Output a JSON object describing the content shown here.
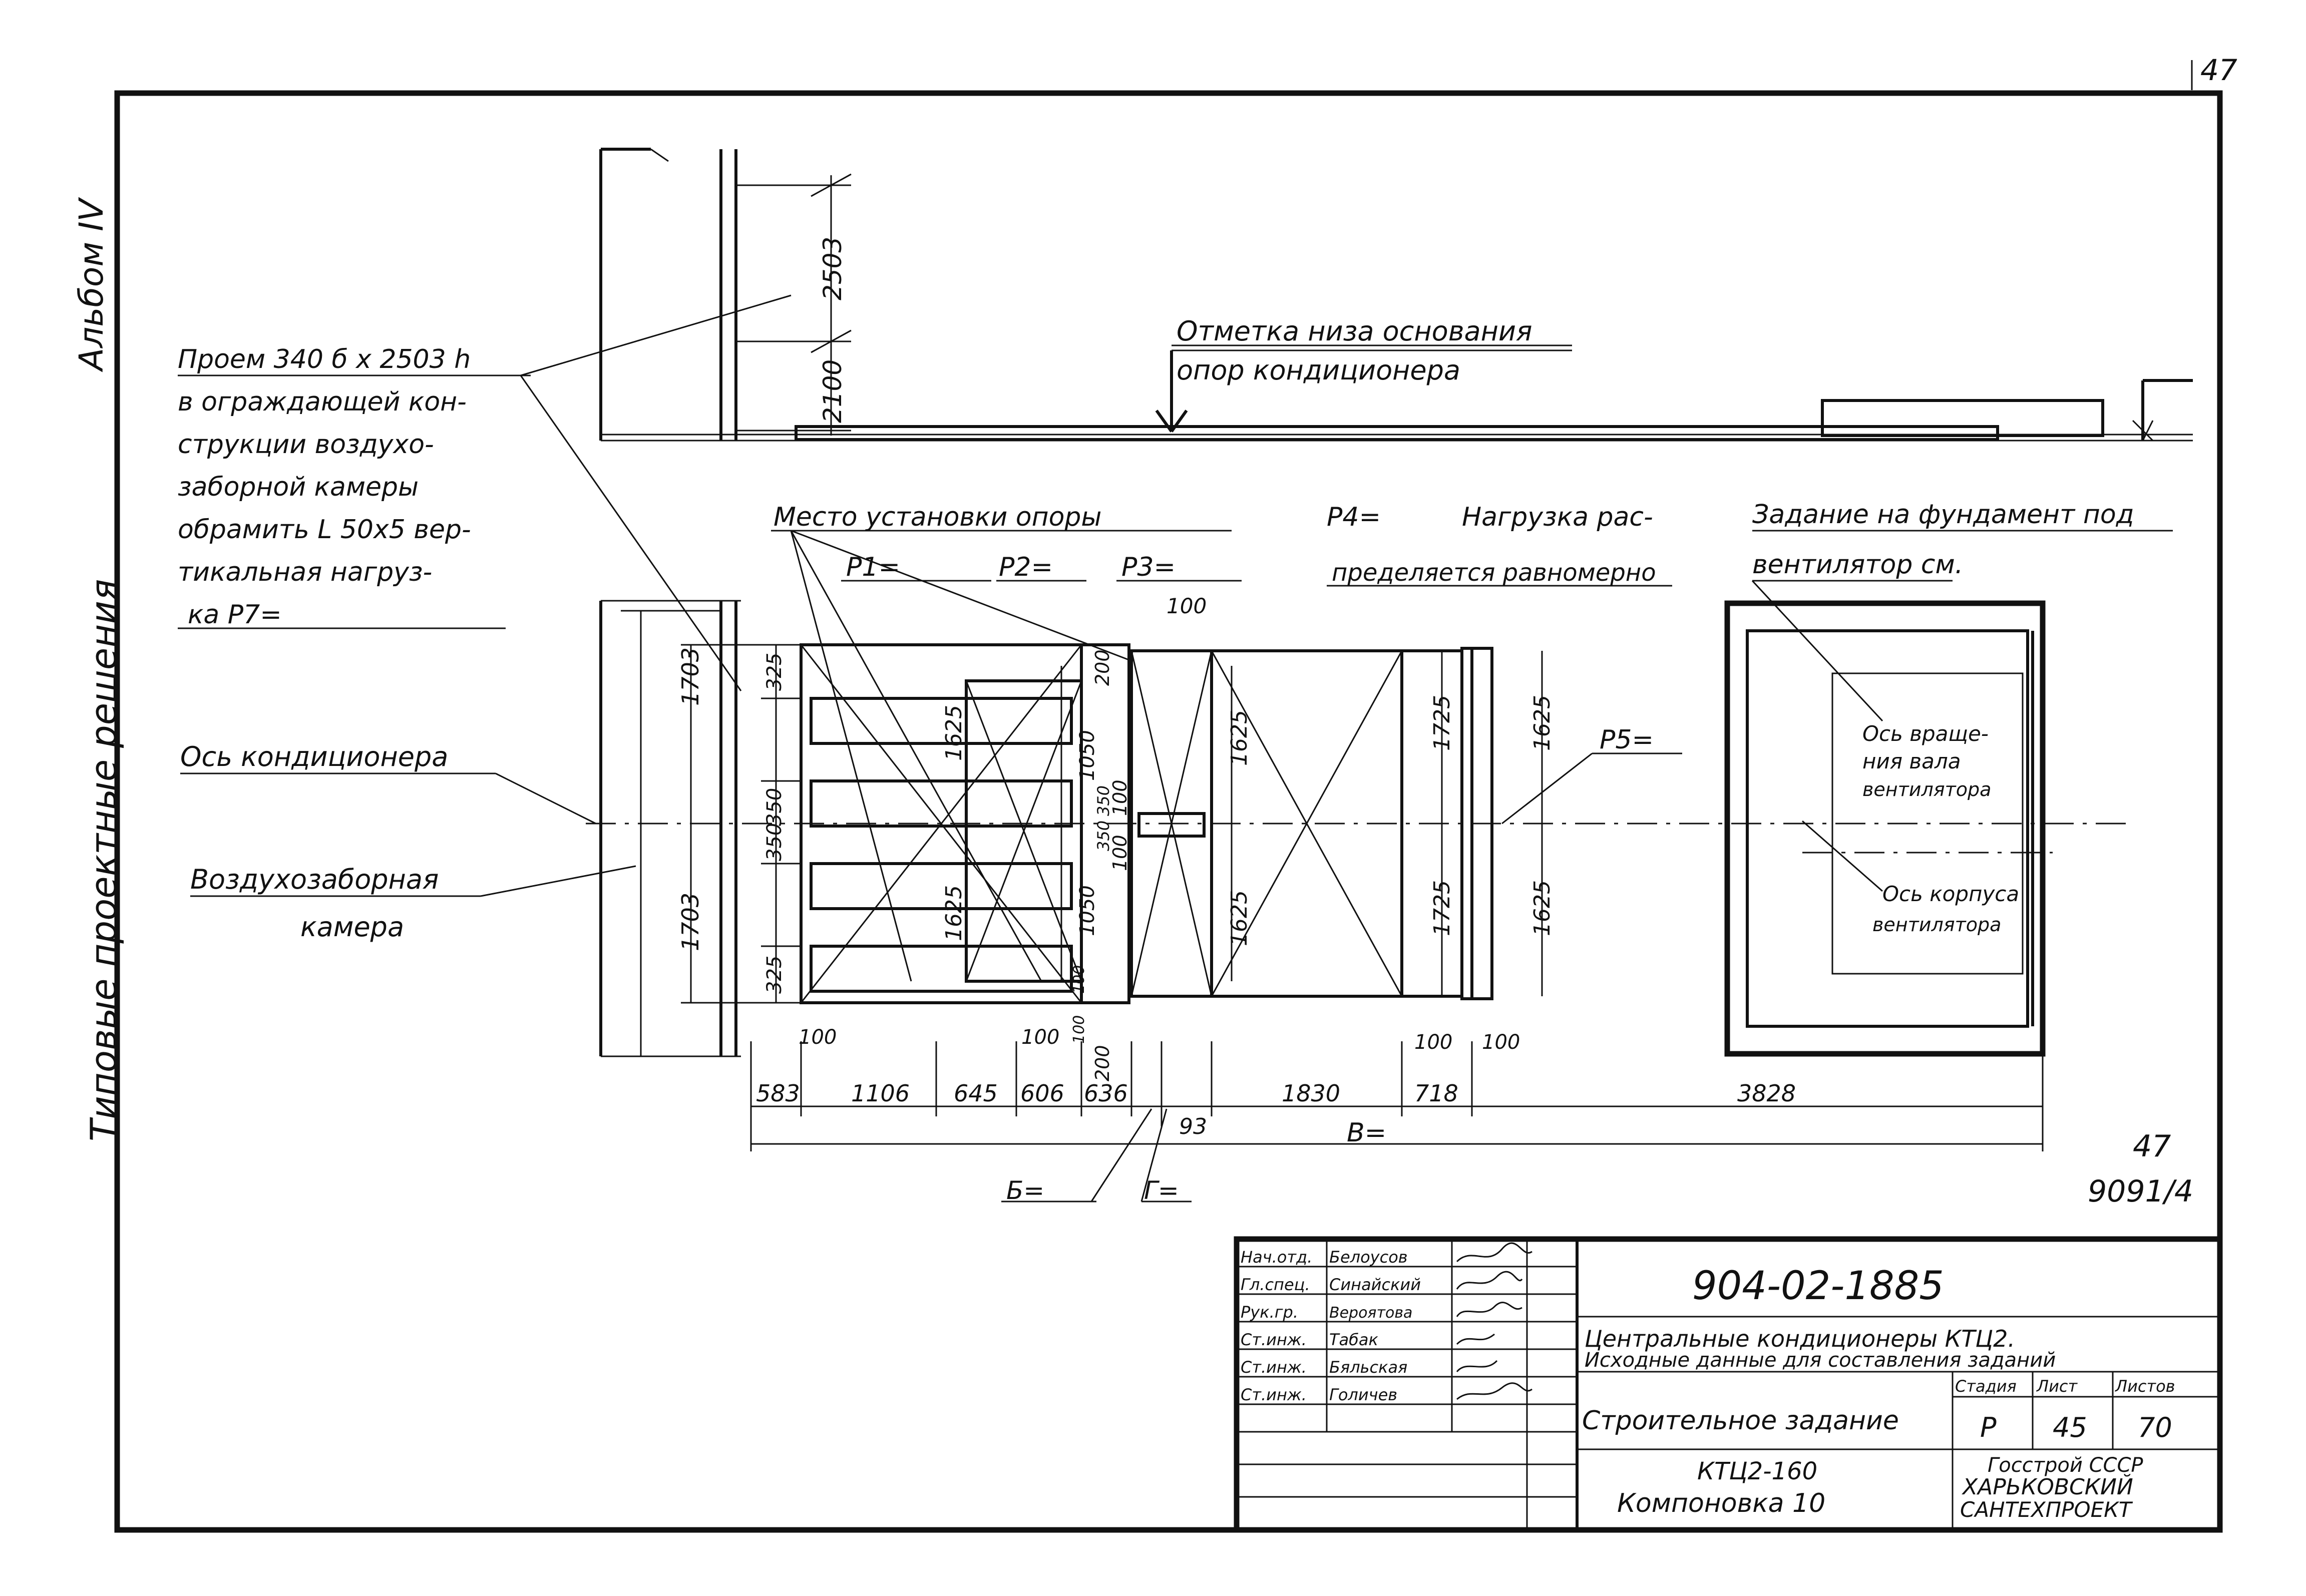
{
  "page_number": "47",
  "album": "Альбом IV",
  "series": "Типовые проектные решения",
  "labels": {
    "opening": [
      "Проем 340 б х 2503 h",
      "в ограждающей кон-",
      "струкции воздухо-",
      "заборной камеры",
      "обрамить L 50х5 вер-",
      "тикальная нагруз-",
      "ка Р7="
    ],
    "base_mark": [
      "Отметка низа основания",
      "опор кондиционера"
    ],
    "support_place": "Место установки опоры",
    "p4": "Р4=",
    "p4_text": [
      "Нагрузка рас-",
      "пределяется равномерно"
    ],
    "foundation_task": [
      "Задание на фундамент под",
      "вентилятор см."
    ],
    "axis_conditioner": "Ось кондиционера",
    "intake_chamber": [
      "Воздухозаборная",
      "камера"
    ],
    "fan_shaft_axis": [
      "Ось враще-",
      "ния вала",
      "вентилятора"
    ],
    "fan_body_axis": [
      "Ось корпуса",
      "вентилятора"
    ],
    "p1": "Р1=",
    "p2": "Р2=",
    "p3": "Р3=",
    "p5": "Р5=",
    "b_label": "Б=",
    "g_label": "Г=",
    "v_label": "В=",
    "sheet_code": [
      "47",
      "9091/4"
    ]
  },
  "dimensions": {
    "top_2503": "2503",
    "top_2100": "2100",
    "left_1703_top": "1703",
    "left_1703_bot": "1703",
    "d325_top": "325",
    "d350a": "350",
    "d350b": "350",
    "d325_bot": "325",
    "d1625_a": "1625",
    "d1625_b": "1625",
    "d1050_a": "1050",
    "d1050_b": "1050",
    "d100_a": "100",
    "d100_b": "100",
    "d200_top": "200",
    "d200_bot": "200",
    "d100_top": "100",
    "d100_v1": "100",
    "d100_v2": "100",
    "d350_small_a": "350",
    "d350_small_b": "350",
    "d1625_c": "1625",
    "d1625_d": "1625",
    "d1725_a": "1725",
    "d1725_b": "1725",
    "d1625_e": "1625",
    "d1625_f": "1625",
    "d100_c": "100",
    "d100_d": "100",
    "d100_e": "100",
    "d100_f": "100",
    "chain": [
      "583",
      "1106",
      "645",
      "606",
      "636",
      "1830",
      "718",
      "3828"
    ],
    "d93": "93"
  },
  "title_block": {
    "doc_number": "904-02-1885",
    "title_line1": "Центральные кондиционеры КТЦ2.",
    "title_line2": "Исходные данные для составления заданий",
    "sheet_title": "Строительное задание",
    "stage_header": "Стадия",
    "sheet_header": "Лист",
    "sheets_header": "Листов",
    "stage": "Р",
    "sheet": "45",
    "sheets": "70",
    "model": "КТЦ2-160",
    "layout": "Компоновка 10",
    "org_line1": "Госстрой СССР",
    "org_line2": "ХАРЬКОВСКИЙ",
    "org_line3": "САНТЕХПРОЕКТ",
    "staff": [
      {
        "role": "Нач.отд.",
        "name": "Белоусов"
      },
      {
        "role": "Гл.спец.",
        "name": "Синайский"
      },
      {
        "role": "Рук.гр.",
        "name": "Вероятова"
      },
      {
        "role": "Ст.инж.",
        "name": "Табак"
      },
      {
        "role": "Ст.инж.",
        "name": "Бяльская"
      },
      {
        "role": "Ст.инж.",
        "name": "Голичев"
      }
    ]
  }
}
